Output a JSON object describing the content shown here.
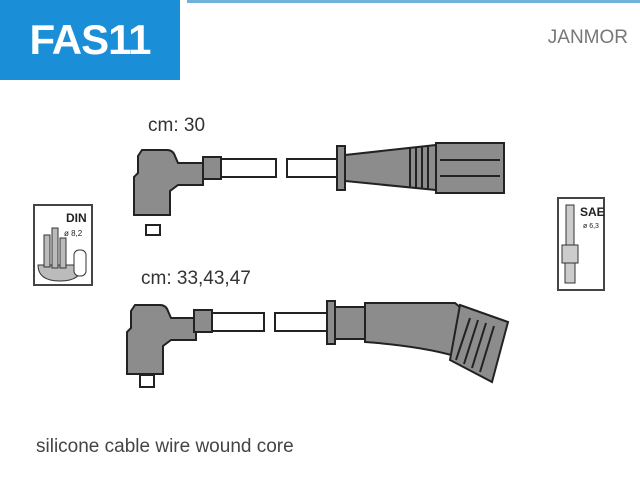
{
  "header": {
    "part_number": "FAS11",
    "brand": "JANMOR"
  },
  "cables": [
    {
      "length_label": "cm: 30"
    },
    {
      "length_label": "cm: 33,43,47"
    }
  ],
  "left_connector": {
    "standard": "DIN",
    "diameter": "ø 8,2"
  },
  "right_connector": {
    "standard": "SAE",
    "diameter": "ø 6,3"
  },
  "caption": "silicone cable wire wound core",
  "colors": {
    "accent": "#1a8fd8",
    "part_fill": "#8c8c8c"
  }
}
